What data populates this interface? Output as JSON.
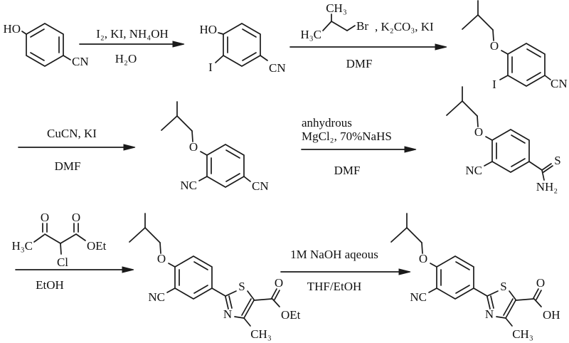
{
  "figure": {
    "background": "#ffffff",
    "ink": "#1a1a1a"
  },
  "arrows": [
    {
      "above": "I₂, KI, NH₄OH",
      "below": "H₂O"
    },
    {
      "above": ", K₂CO₃, KI",
      "below": "DMF"
    },
    {
      "above": "CuCN, KI",
      "below": "DMF"
    },
    {
      "above1": "anhydrous",
      "above2": "MgCl₂, 70%NaHS",
      "below": "DMF"
    },
    {
      "below": "EtOH"
    },
    {
      "above": "1M NaOH aqeous",
      "below": "THF/EtOH"
    }
  ],
  "molecules": {
    "m1": {
      "ho": "HO",
      "cn": "CN"
    },
    "m2": {
      "ho": "HO",
      "i": "I",
      "cn": "CN"
    },
    "r2": {
      "ch3": "CH₃",
      "h3c": "H₃C",
      "br": "Br"
    },
    "m3": {
      "o": "O",
      "i": "I",
      "cn": "CN"
    },
    "m4": {
      "o": "O",
      "nc": "NC",
      "cn": "CN"
    },
    "m5": {
      "o": "O",
      "nc": "NC",
      "s": "S",
      "nh2": "NH₂"
    },
    "r5": {
      "h3c": "H₃C",
      "o1": "O",
      "o2": "O",
      "oet": "OEt",
      "cl": "Cl"
    },
    "m6": {
      "o": "O",
      "nc": "NC",
      "s": "S",
      "n": "N",
      "ch3": "CH₃",
      "co": "O",
      "oet": "OEt"
    },
    "m7": {
      "o": "O",
      "nc": "NC",
      "s": "S",
      "n": "N",
      "ch3": "CH₃",
      "co": "O",
      "oh": "OH"
    }
  }
}
